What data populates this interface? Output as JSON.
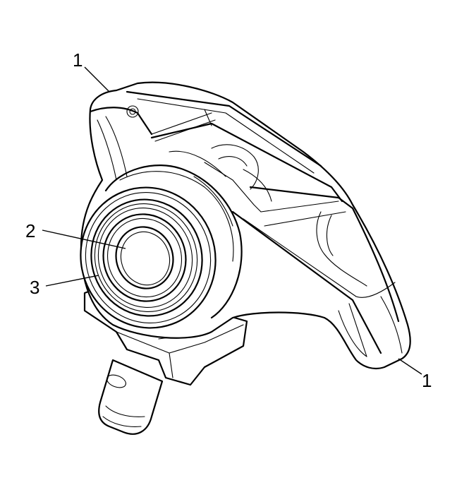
{
  "callouts": [
    {
      "id": "1",
      "text": "1"
    },
    {
      "id": "2",
      "text": "2"
    },
    {
      "id": "3",
      "text": "3"
    },
    {
      "id": "1b",
      "text": "1"
    }
  ],
  "colors": {
    "ink": "#000000",
    "paper": "#ffffff"
  }
}
